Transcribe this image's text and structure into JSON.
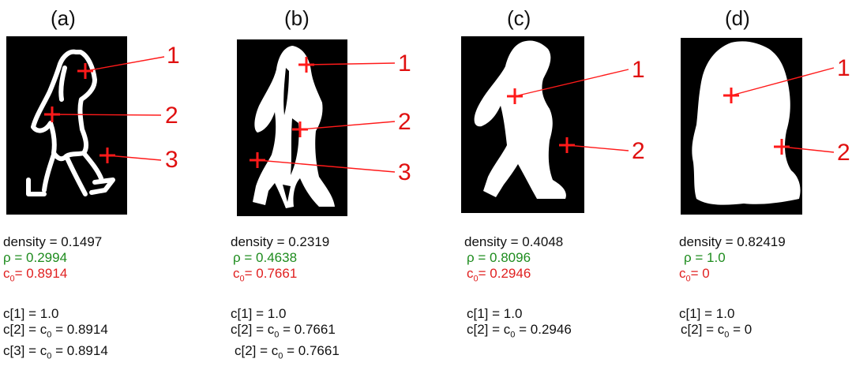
{
  "panels": [
    {
      "label": "(a)",
      "density": "density = 0.1497",
      "rho": "ρ = 0.2994",
      "c0_value": "= 0.8914",
      "c_lines": [
        {
          "text": "c[1] = 1.0",
          "sub": false
        },
        {
          "pre": "c[2] = c",
          "post": " = 0.8914",
          "sub": true
        },
        {
          "pre": "c[3] = c",
          "post": " = 0.8914",
          "sub": true
        }
      ],
      "markers": [
        "1",
        "2",
        "3"
      ]
    },
    {
      "label": "(b)",
      "density": "density = 0.2319",
      "rho": "ρ = 0.4638",
      "c0_value": "= 0.7661",
      "c_lines": [
        {
          "text": "c[1] = 1.0",
          "sub": false
        },
        {
          "pre": "c[2] = c",
          "post": " = 0.7661",
          "sub": true
        },
        {
          "pre": "c[2] = c",
          "post": " = 0.7661",
          "sub": true
        }
      ],
      "markers": [
        "1",
        "2",
        "3"
      ]
    },
    {
      "label": "(c)",
      "density": "density = 0.4048",
      "rho": "ρ = 0.8096",
      "c0_value": "= 0.2946",
      "c_lines": [
        {
          "text": "c[1] = 1.0",
          "sub": false
        },
        {
          "pre": "c[2] = c",
          "post": " = 0.2946",
          "sub": true
        }
      ],
      "markers": [
        "1",
        "2"
      ]
    },
    {
      "label": "(d)",
      "density": "density = 0.82419",
      "rho": "ρ = 1.0",
      "c0_value": "= 0",
      "c_lines": [
        {
          "text": "c[1] = 1.0",
          "sub": false
        },
        {
          "pre": "c[2] = c",
          "post": " = 0",
          "sub": true
        }
      ],
      "markers": [
        "1",
        "2"
      ]
    }
  ],
  "c0_symbol": "c",
  "c0_subscript": "0",
  "colors": {
    "rho": "#1e8c1e",
    "c0": "#e02020",
    "marker": "#ff1a1a",
    "image_bg": "#000000",
    "silhouette": "#ffffff"
  }
}
